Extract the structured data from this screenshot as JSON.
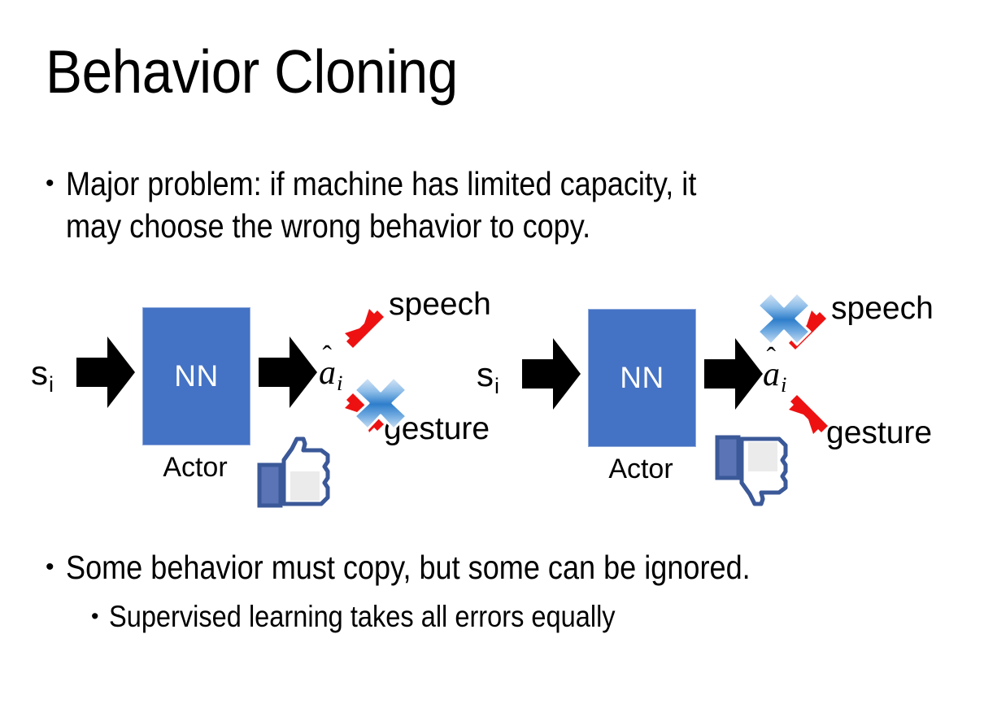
{
  "slide": {
    "title": "Behavior Cloning",
    "background_color": "#FFFFFF",
    "text_color": "#000000"
  },
  "bullets": {
    "dot": "•",
    "top": {
      "line1": "Major problem: if machine has limited capacity, it",
      "line2": "may choose the wrong behavior to copy."
    },
    "bottom": {
      "level1": "Some behavior must copy, but some can be ignored.",
      "level2": "Supervised learning takes all errors equally"
    }
  },
  "colors": {
    "nn_box_fill": "#4472C4",
    "nn_box_border": "#8FAADC",
    "arrow_black": "#000000",
    "arrow_red": "#EE1111",
    "x_mark_blue": "#5B9BD5",
    "thumb_outline": "#3B5998"
  },
  "diagrams": [
    {
      "id": "left",
      "state_label": "s",
      "state_subscript": "i",
      "nn_label": "NN",
      "actor_label": "Actor",
      "action_label": "a",
      "action_hat": "ˆ",
      "action_subscript": "i",
      "branch_up_label": "speech",
      "branch_down_label": "gesture",
      "crossed_branch": "gesture",
      "feedback_icon": "thumbs-up-icon"
    },
    {
      "id": "right",
      "state_label": "s",
      "state_subscript": "i",
      "nn_label": "NN",
      "actor_label": "Actor",
      "action_label": "a",
      "action_hat": "ˆ",
      "action_subscript": "i",
      "branch_up_label": "speech",
      "branch_down_label": "gesture",
      "crossed_branch": "speech",
      "feedback_icon": "thumbs-down-icon"
    }
  ]
}
